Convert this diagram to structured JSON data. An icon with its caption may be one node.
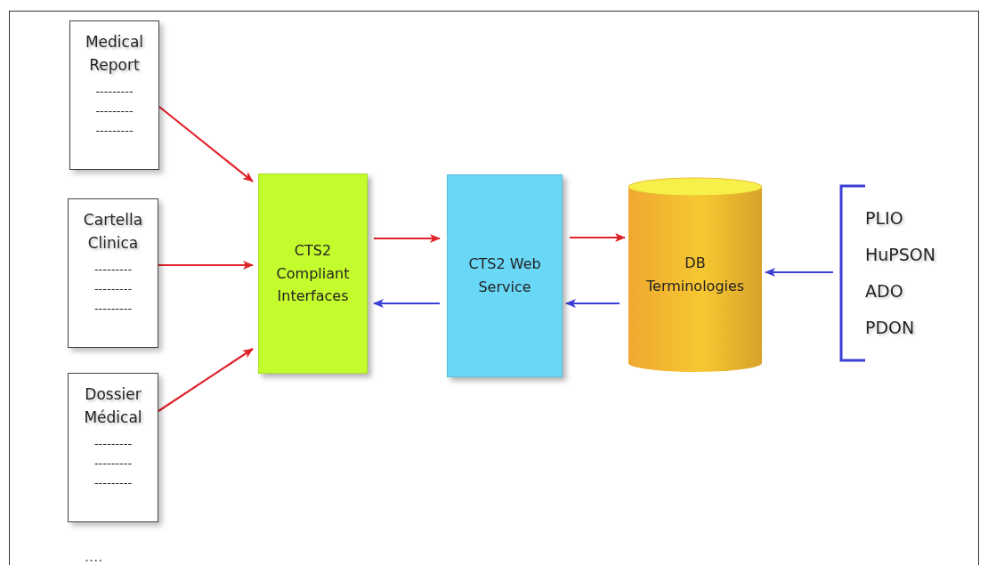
{
  "diagram": {
    "nodes": [
      {
        "text": [
          "Medical Report",
          "---------",
          "---------",
          "---------"
        ]
      },
      {
        "text": [
          "Cartella Clinica",
          "---------",
          "---------",
          "---------"
        ]
      },
      {
        "text": [
          "Dossier Médical",
          "---------",
          "---------",
          "---------"
        ]
      },
      {
        "text": [
          "CTS2 Compliant Interfaces"
        ]
      },
      {
        "text": [
          "CTS2 Web Service"
        ]
      },
      {
        "text": [
          "DB Terminologies"
        ]
      },
      {
        "text": [
          "PLIO",
          "HuPSON",
          "ADO",
          "PDON"
        ]
      }
    ],
    "edges": [
      {
        "from": 0,
        "to": 3,
        "arrow": "to"
      },
      {
        "from": 1,
        "to": 3,
        "arrow": "to"
      },
      {
        "from": 2,
        "to": 3,
        "arrow": "to"
      },
      {
        "from": 3,
        "to": 4,
        "arrow": "to"
      },
      {
        "from": 4,
        "to": 3,
        "arrow": "to",
        "color": "#3a3fd6"
      },
      {
        "from": 4,
        "to": 5,
        "arrow": "to"
      },
      {
        "from": 5,
        "to": 4,
        "arrow": "to",
        "color": "#3a3fd6"
      },
      {
        "from": 6,
        "to": 5,
        "arrow": "to",
        "color": "#3a3fd6"
      }
    ],
    "labels": [
      "...."
    ]
  }
}
